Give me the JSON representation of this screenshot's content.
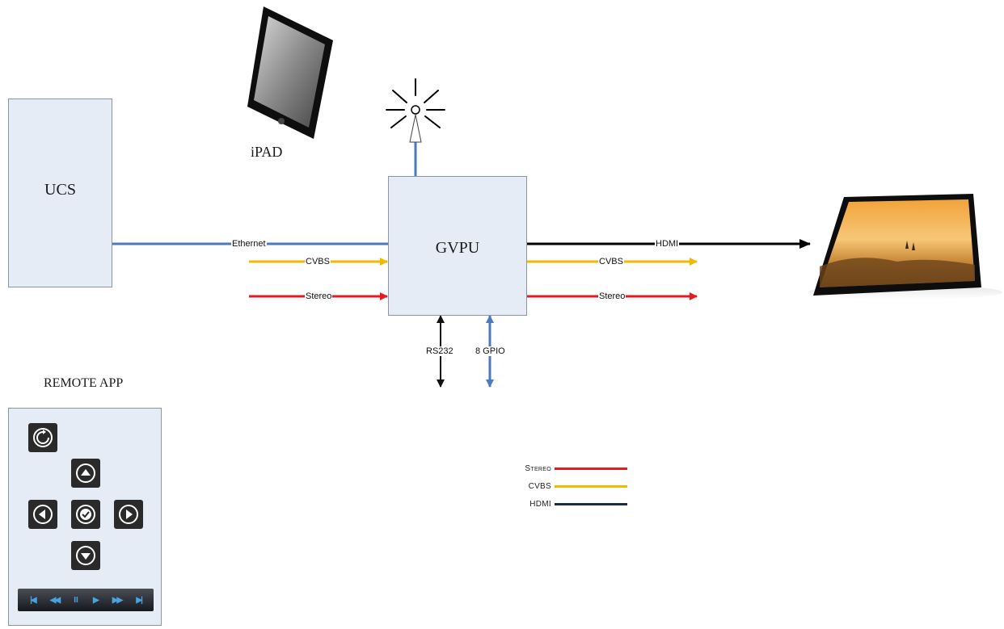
{
  "nodes": {
    "ucs": "UCS",
    "gvpu": "GVPU",
    "ipad": "iPAD",
    "remote_app": "REMOTE APP"
  },
  "connections": {
    "ethernet": "Ethernet",
    "cvbs_in": "CVBS",
    "stereo_in": "Stereo",
    "hdmi_out": "HDMI",
    "cvbs_out": "CVBS",
    "stereo_out": "Stereo",
    "rs232": "RS232",
    "gpio": "8 GPIO"
  },
  "legend": [
    {
      "name": "Stereo",
      "color": "#e8191f"
    },
    {
      "name": "CVBS",
      "color": "#f5b800"
    },
    {
      "name": "HDMI",
      "color": "#1c2a4a"
    }
  ],
  "colors": {
    "ethernet": "#4a7ac0",
    "gpio": "#4a7ac0",
    "rs232": "#111111",
    "hdmi_line": "#000000"
  },
  "remote_buttons": [
    "refresh-icon",
    "up-icon",
    "left-icon",
    "ok-icon",
    "right-icon",
    "down-icon"
  ],
  "transport_controls": [
    "skip-back-icon",
    "rewind-icon",
    "pause-icon",
    "play-icon",
    "fast-forward-icon",
    "skip-forward-icon"
  ]
}
